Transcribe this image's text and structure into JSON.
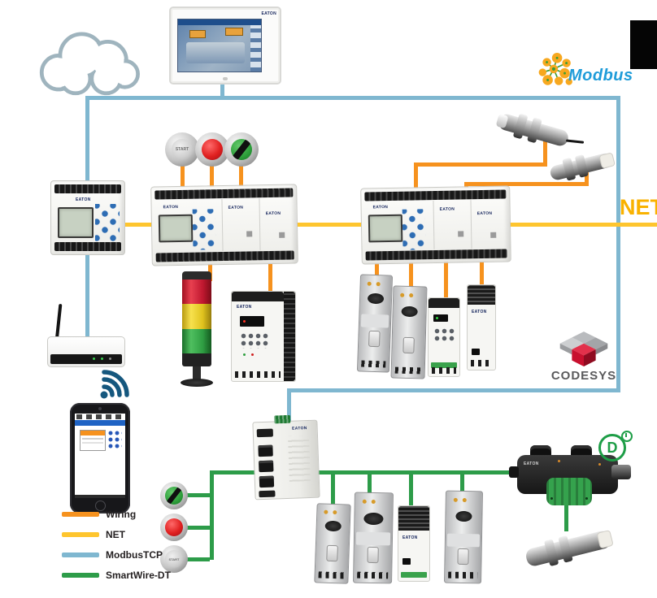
{
  "legend": {
    "items": [
      {
        "label": "Wiring",
        "color": "#F6921E"
      },
      {
        "label": "NET",
        "color": "#FEC52E"
      },
      {
        "label": "ModbusTCP",
        "color": "#7FB7D0"
      },
      {
        "label": "SmartWire-DT",
        "color": "#2D9C49"
      }
    ]
  },
  "labels": {
    "net_bus": "NET",
    "modbus": "Modbus",
    "codesys": "CODESYS",
    "swd_letter": "D"
  },
  "devices": {
    "start_label": "START",
    "brand": "EATON"
  }
}
